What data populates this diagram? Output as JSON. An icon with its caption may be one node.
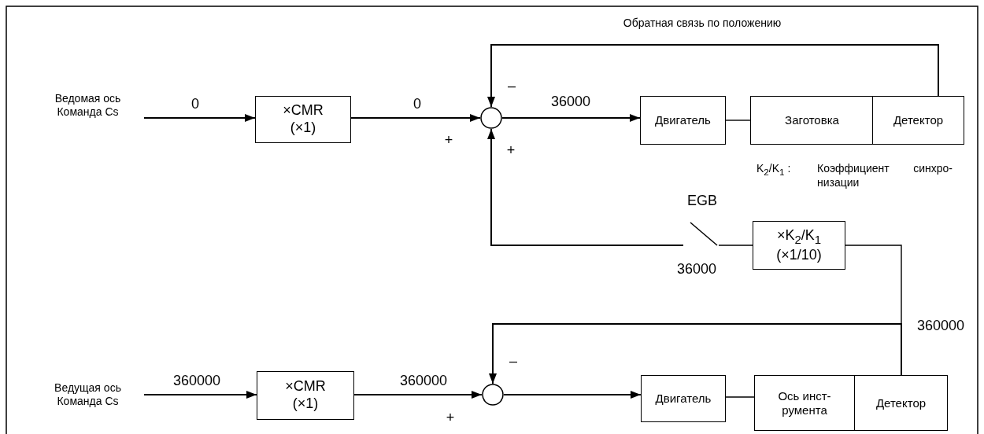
{
  "diagram": {
    "nodes": [
      {
        "text": [
          "Ведомая ось Команда Cs"
        ]
      },
      {
        "text": [
          "×CMR (×1)"
        ]
      },
      {
        "text": [],
        "shape": "circle"
      },
      {
        "text": [
          "Двигатель"
        ]
      },
      {
        "text": [
          "Заготовка"
        ]
      },
      {
        "text": [
          "Детектор"
        ]
      },
      {
        "text": [
          "×K$_{2}$/K$_{1}$ (×1/10)"
        ]
      },
      {
        "text": [],
        "shape": "switch",
        "beside": [
          "EGB"
        ]
      },
      {
        "text": [
          "Ведущая ось Команда Cs"
        ]
      },
      {
        "text": [
          "×CMR (×1)"
        ]
      },
      {
        "text": [],
        "shape": "circle"
      },
      {
        "text": [
          "Двигатель"
        ]
      },
      {
        "text": [
          "Ось инст- румента"
        ]
      },
      {
        "text": [
          "Детектор"
        ]
      }
    ],
    "edges": [
      {
        "from": 0,
        "to": 1,
        "arrow": "to",
        "label": "0"
      },
      {
        "from": 1,
        "to": 2,
        "arrow": "to",
        "label": "0"
      },
      {
        "from": 5,
        "to": 2,
        "arrow": "to",
        "label": "Обратная связь по положению"
      },
      {
        "from": 2,
        "to": 3,
        "arrow": "to",
        "label": "36000"
      },
      {
        "from": 3,
        "to": 4,
        "arrow": "none"
      },
      {
        "from": 6,
        "to": 7,
        "arrow": "none"
      },
      {
        "from": 7,
        "to": 2,
        "arrow": "to"
      },
      {
        "from": 13,
        "to": 6,
        "arrow": "none"
      },
      {
        "from": 13,
        "to": 10,
        "arrow": "to",
        "label": "360000"
      },
      {
        "from": 8,
        "to": 9,
        "arrow": "to",
        "label": "360000"
      },
      {
        "from": 9,
        "to": 10,
        "arrow": "to",
        "label": "360000"
      },
      {
        "from": 10,
        "to": 11,
        "arrow": "to"
      },
      {
        "from": 11,
        "to": 12,
        "arrow": "none"
      }
    ],
    "labels": [
      "–",
      "+",
      "+",
      "K$_{2}$/K$_{1}$ :",
      "Коэффициент синхро- низации",
      "36000",
      "–",
      "+"
    ]
  }
}
